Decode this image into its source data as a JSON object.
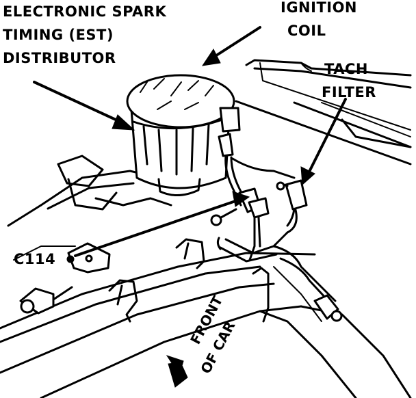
{
  "labels": {
    "est_line1": "ELECTRONIC SPARK",
    "est_line2": "TIMING (EST)",
    "est_line3": "DISTRIBUTOR",
    "coil_line1": "IGNITION",
    "coil_line2": "COIL",
    "tach_line1": "TACH",
    "tach_line2": "FILTER",
    "connector": "C114",
    "front_line1": "FRONT",
    "front_line2": "OF CAR"
  },
  "colors": {
    "ink": "#000000",
    "paper": "#ffffff"
  }
}
